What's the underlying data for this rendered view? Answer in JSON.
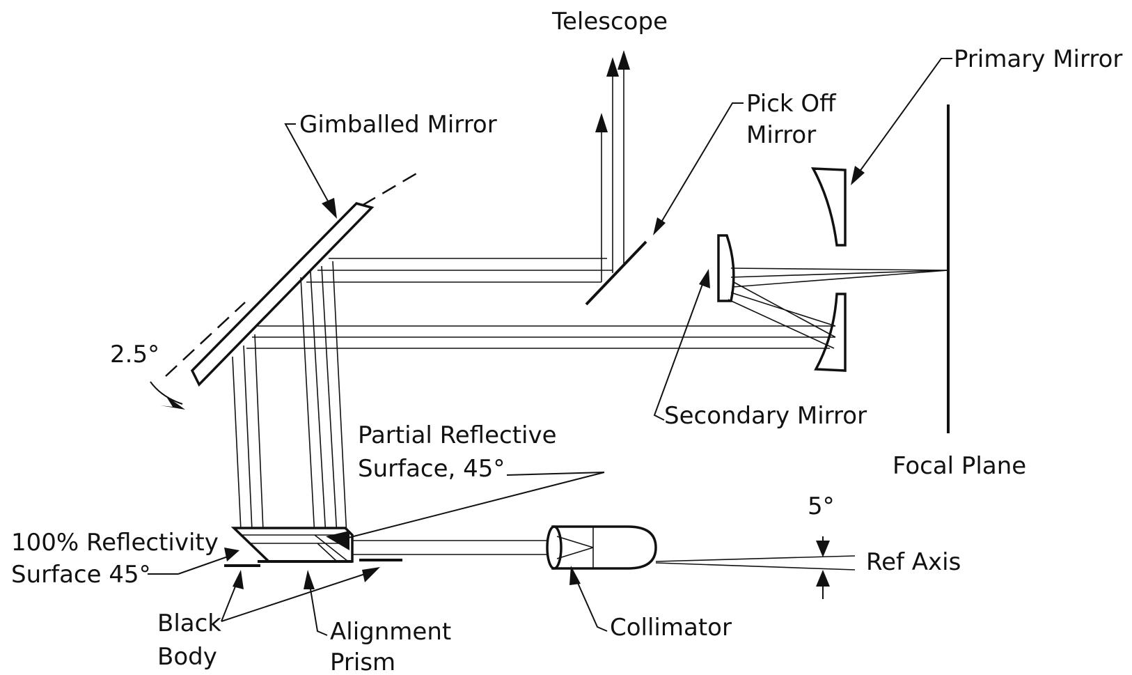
{
  "labels": {
    "telescope": "Telescope",
    "primary_mirror": "Primary Mirror",
    "pick_off_mirror_line1": "Pick Off",
    "pick_off_mirror_line2": "Mirror",
    "gimballed_mirror": "Gimballed Mirror",
    "angle_2_5": "2.5°",
    "secondary_mirror": "Secondary Mirror",
    "focal_plane": "Focal Plane",
    "partial_reflective_line1": "Partial Reflective",
    "partial_reflective_line2": "Surface, 45°",
    "angle_5": "5°",
    "reflectivity_line1": "100% Reflectivity",
    "reflectivity_line2": "Surface 45°",
    "ref_axis": "Ref Axis",
    "black_body_line1": "Black",
    "black_body_line2": "Body",
    "alignment_prism_line1": "Alignment",
    "alignment_prism_line2": "Prism",
    "collimator": "Collimator"
  }
}
